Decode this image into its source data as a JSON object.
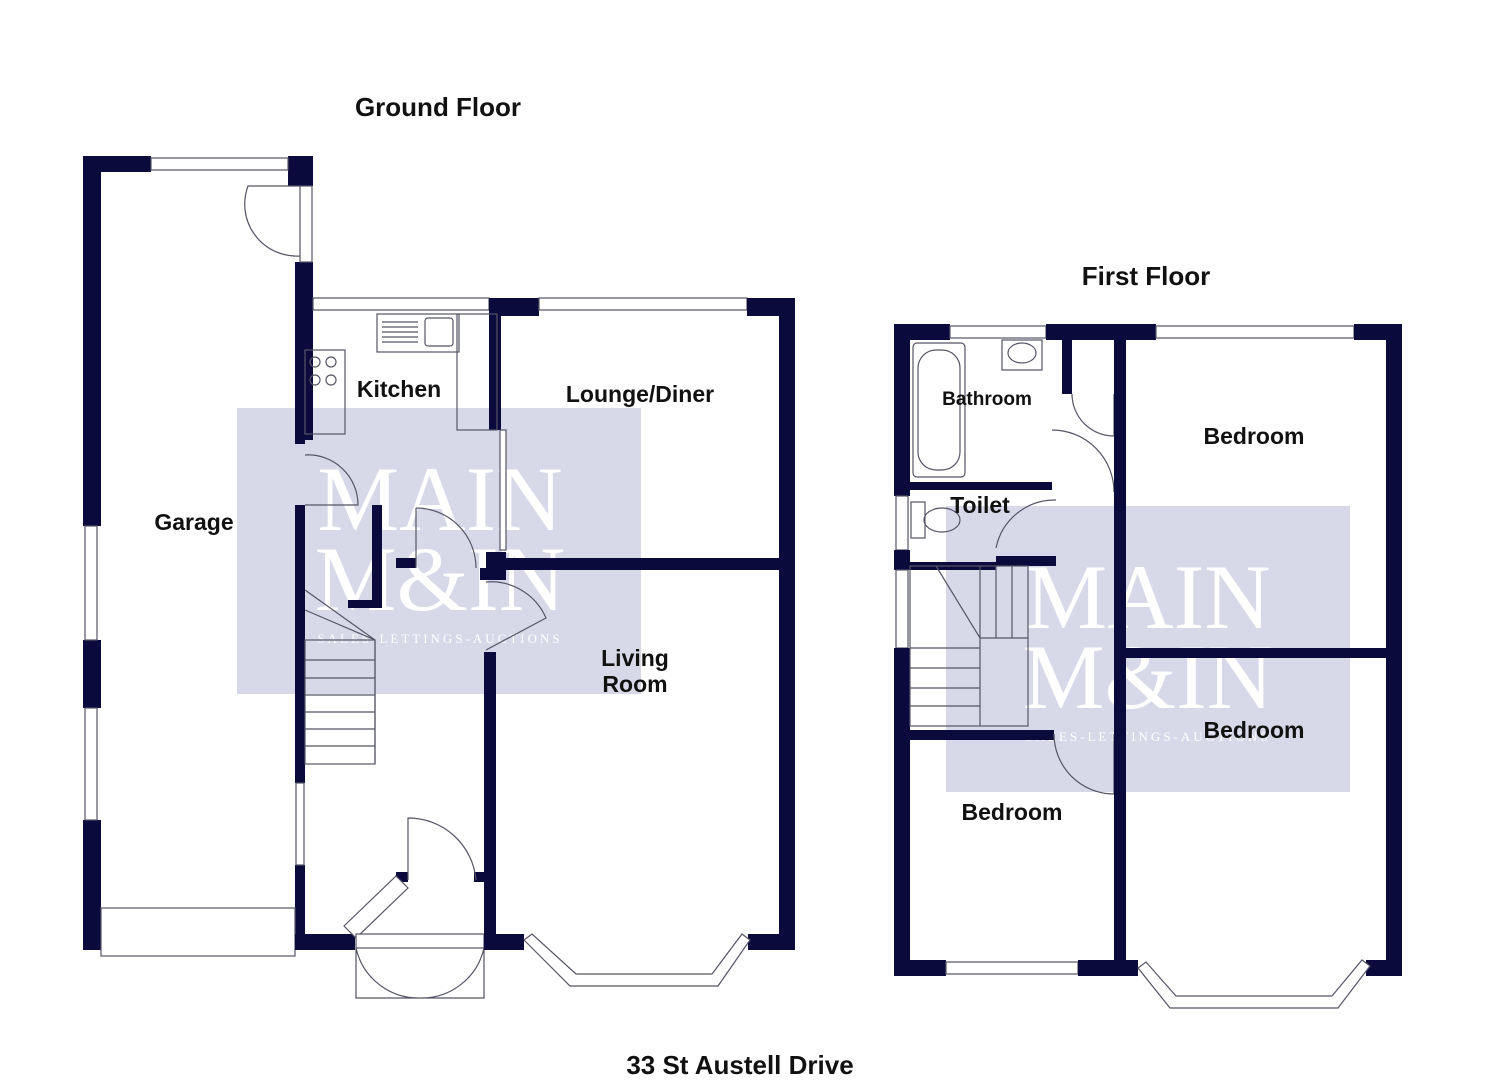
{
  "floors": {
    "ground": "Ground Floor",
    "first": "First Floor"
  },
  "address": "33 St Austell Drive",
  "rooms": {
    "garage": "Garage",
    "kitchen": "Kitchen",
    "lounge": "Lounge/Diner",
    "living_1": "Living",
    "living_2": "Room",
    "bathroom": "Bathroom",
    "toilet": "Toilet",
    "bedroom_front_left": "Bedroom",
    "bedroom_rear_right": "Bedroom",
    "bedroom_front_right": "Bedroom"
  },
  "watermark": {
    "line1": "MAIN",
    "line2": "M&IN",
    "tagline": "SALES-LETTINGS-AUCTIONS"
  },
  "colors": {
    "wall": "#0a0a3c",
    "watermark": "#c9cce0"
  }
}
